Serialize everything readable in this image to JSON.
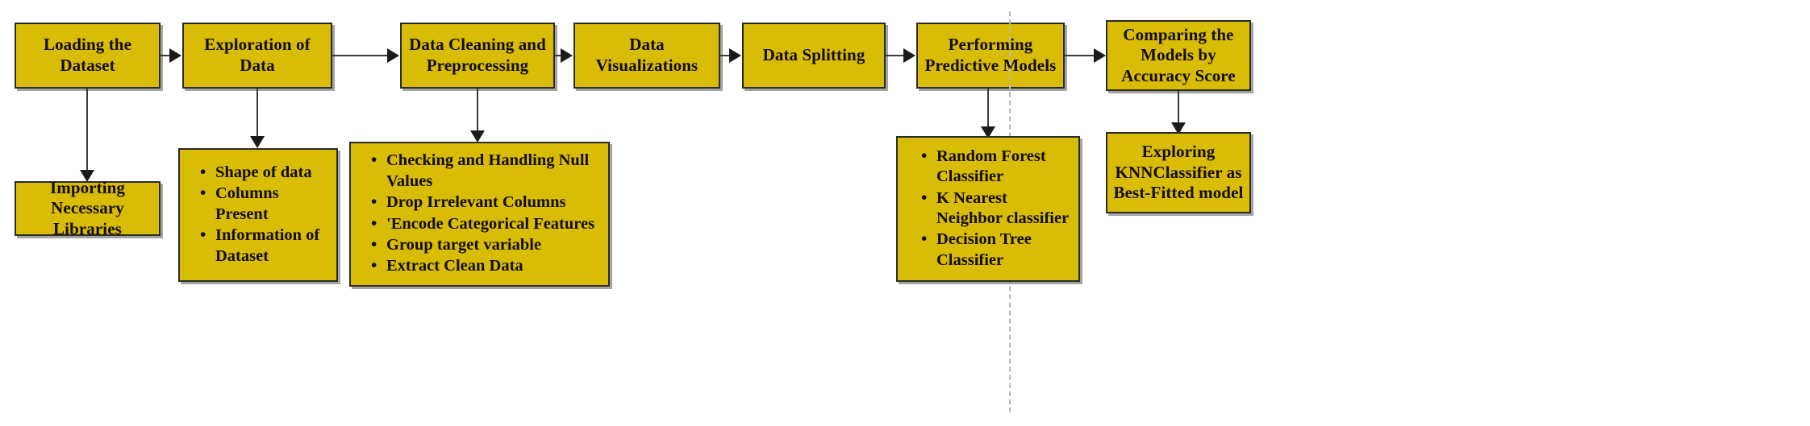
{
  "diagram": {
    "title": "Machine Learning Project Workflow Flowchart",
    "colors": {
      "box_fill": "#D9BC06",
      "box_border": "#2b2b2b",
      "text": "#120d00",
      "connector": "#3b3b3b",
      "guide_dashed": "#b9b9b9",
      "background": "#ffffff"
    }
  },
  "main_flow": [
    {
      "id": "loading-dataset",
      "label": "Loading the Dataset"
    },
    {
      "id": "exploration-of-data",
      "label": "Exploration of Data"
    },
    {
      "id": "data-cleaning",
      "label": "Data Cleaning and Preprocessing"
    },
    {
      "id": "data-visualizations",
      "label": "Data Visualizations"
    },
    {
      "id": "data-splitting",
      "label": "Data Splitting"
    },
    {
      "id": "predictive-models",
      "label": "Performing Predictive Models"
    },
    {
      "id": "comparing-models",
      "label": "Comparing the Models by Accuracy Score"
    }
  ],
  "detail_boxes": {
    "importing_libraries": {
      "label": "Importing Necessary Libraries"
    },
    "exploration_items": [
      "Shape of data",
      "Columns Present",
      "Information of Dataset"
    ],
    "cleaning_items": [
      "Checking and Handling Null Values",
      "Drop Irrelevant Columns",
      "'Encode Categorical Features",
      "Group target variable",
      "Extract Clean Data"
    ],
    "model_items": [
      "Random Forest Classifier",
      "K Nearest Neighbor classifier",
      "Decision Tree Classifier"
    ],
    "best_model": {
      "label": "Exploring KNNClassifier as Best-Fitted model"
    }
  }
}
